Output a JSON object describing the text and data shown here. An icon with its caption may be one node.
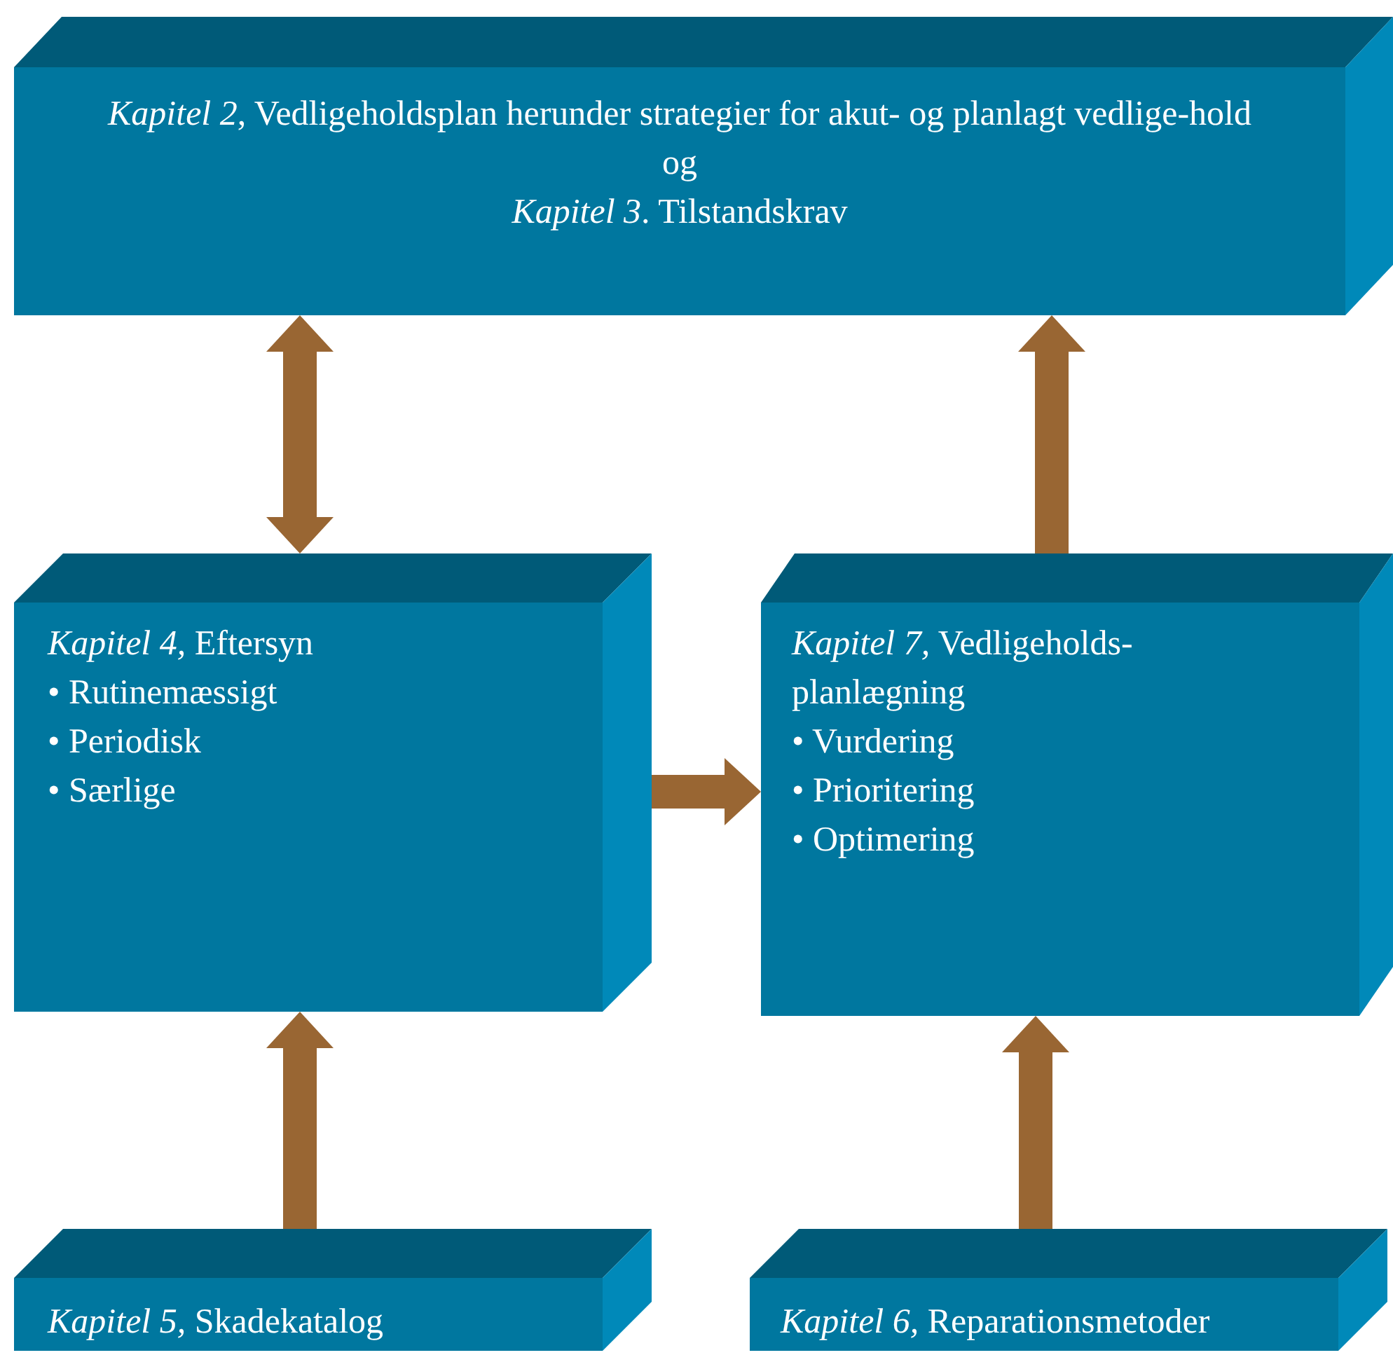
{
  "diagram": {
    "nodes": [
      {
        "text": [
          "*Kapitel 2*, Vedligeholdsplan herunder strategier for akut- og planlagt vedlige-hold",
          "og",
          "*Kapitel 3*. Tilstandskrav"
        ]
      },
      {
        "text": [
          "*Kapitel 4,* Eftersyn",
          "• Rutinemæssigt",
          "• Periodisk",
          "• Særlige"
        ]
      },
      {
        "text": [
          "*Kapitel 7,* Vedligeholds-planlægning",
          "• Vurdering",
          "• Prioritering",
          "• Optimering"
        ]
      },
      {
        "text": [
          "*Kapitel 5,* Skadekatalog"
        ]
      },
      {
        "text": [
          "*Kapitel 6,* Reparationsmetoder"
        ]
      }
    ],
    "edges": [
      {
        "from": 0,
        "to": 1,
        "arrow": "both"
      },
      {
        "from": 2,
        "to": 0,
        "arrow": "to"
      },
      {
        "from": 1,
        "to": 2,
        "arrow": "to"
      },
      {
        "from": 3,
        "to": 1,
        "arrow": "to"
      },
      {
        "from": 4,
        "to": 2,
        "arrow": "to"
      }
    ]
  }
}
